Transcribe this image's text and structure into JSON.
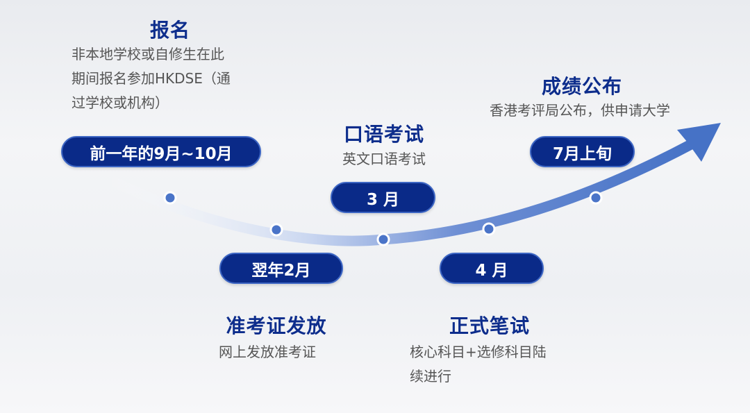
{
  "colors": {
    "accent": "#0a2a88",
    "title": "#0d2d8c",
    "arrow": "#4672c6"
  },
  "steps": [
    {
      "title": "报名",
      "desc": [
        "非本地学校或自修生在此",
        "期间报名参加HKDSE（通",
        "过学校或机构）"
      ],
      "date": "前一年的9月~10月"
    },
    {
      "title": "准考证发放",
      "desc": [
        "网上发放准考证"
      ],
      "date": "翌年2月"
    },
    {
      "title": "口语考试",
      "desc": [
        "英文口语考试"
      ],
      "date": "3 月"
    },
    {
      "title": "正式笔试",
      "desc": [
        "核心科目+选修科目陆",
        "续进行"
      ],
      "date": "4 月"
    },
    {
      "title": "成绩公布",
      "desc": [
        "香港考评局公布，供申请大学"
      ],
      "date": "7月上旬"
    }
  ]
}
